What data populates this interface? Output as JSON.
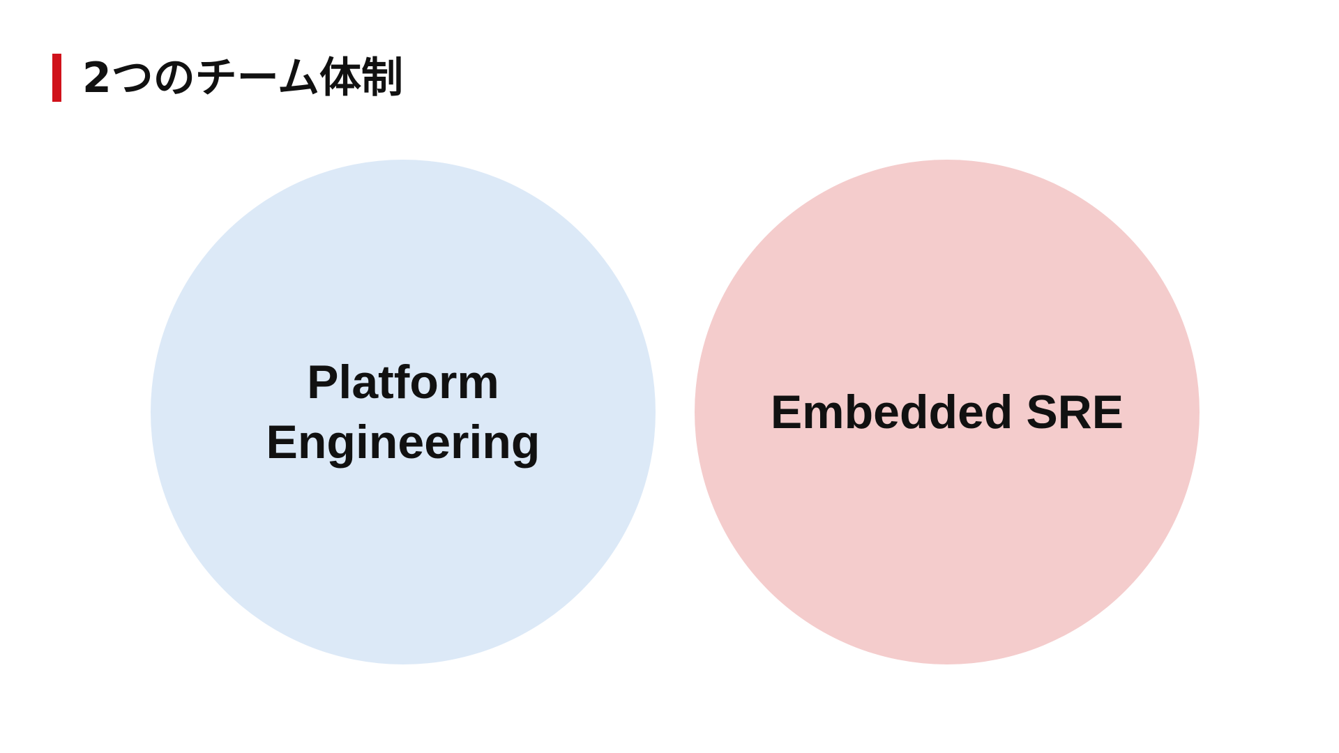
{
  "slide": {
    "title": "2つのチーム体制",
    "accent_color": "#d0121b"
  },
  "teams": [
    {
      "label": "Platform\nEngineering",
      "color": "#dce9f7"
    },
    {
      "label": "Embedded SRE",
      "color": "#f4cccc"
    }
  ]
}
